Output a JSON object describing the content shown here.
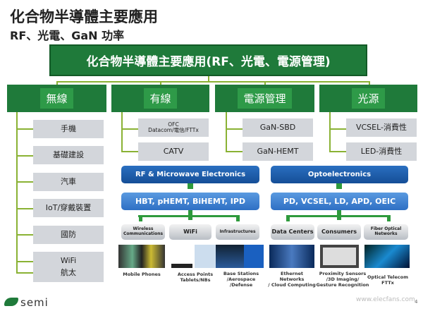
{
  "title": "化合物半導體主要應用",
  "subtitle": "RF、光電、GaN 功率",
  "root": "化合物半導體主要應用(RF、光電、電源管理)",
  "categories": [
    {
      "label": "無線",
      "items": [
        "手機",
        "基礎建設",
        "汽車",
        "IoT/穿戴裝置",
        "國防",
        "WiFi",
        "航太"
      ]
    },
    {
      "label": "有線",
      "items": [
        "OFC",
        "Datacom/電信/FTTx",
        "CATV"
      ]
    },
    {
      "label": "電源管理",
      "items": [
        "GaN-SBD",
        "GaN-HEMT"
      ]
    },
    {
      "label": "光源",
      "items": [
        "VCSEL-消費性",
        "LED-消費性"
      ]
    }
  ],
  "rf": {
    "header": "RF & Microwave Electronics",
    "devices": "HBT, pHEMT, BiHEMT, IPD",
    "apps": [
      "Wireless",
      "Communications",
      "WiFi",
      "Infrastructures"
    ],
    "captions": [
      "Mobile Phones",
      "Access Points",
      "Tablets/NBs",
      "Base Stations",
      "/Aerospace",
      "/Defense"
    ]
  },
  "opto": {
    "header": "Optoelectronics",
    "devices": "PD, VCSEL, LD, APD, OEIC",
    "apps": [
      "Data Centers",
      "Consumers",
      "Fiber Optical",
      "Networks"
    ],
    "captions": [
      "Ethernet",
      "Networks",
      "/ Cloud Computing",
      "Proximity Sensors",
      "/3D Imaging/",
      "Gesture Recognition",
      "Optical Telecom",
      "FTTx"
    ]
  },
  "footer": {
    "logo": "semi",
    "page": "4",
    "watermark": "www.elecfans.com"
  }
}
